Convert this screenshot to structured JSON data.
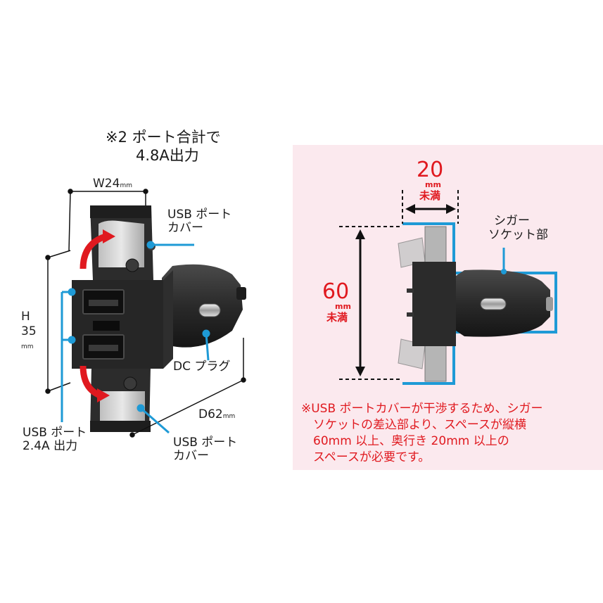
{
  "left_panel": {
    "note_line1": "※2 ポート合計で",
    "note_line2": "4.8A出力",
    "width_label": "W24",
    "width_unit": "mm",
    "height_label": "H",
    "height_value": "35",
    "height_unit": "mm",
    "depth_label": "D62",
    "depth_unit": "mm",
    "usb_cover_top_line1": "USB ポート",
    "usb_cover_top_line2": "カバー",
    "dc_plug": "DC プラグ",
    "usb_port_line1": "USB ポート",
    "usb_port_line2": "2.4A 出力",
    "usb_cover_bottom_line1": "USB ポート",
    "usb_cover_bottom_line2": "カバー"
  },
  "right_panel": {
    "width_value": "20",
    "width_unit": "mm",
    "width_qualifier": "未満",
    "height_value": "60",
    "height_unit": "mm",
    "height_qualifier": "未満",
    "socket_line1": "シガー",
    "socket_line2": "ソケット部",
    "warning_lines": [
      "※USB ポートカバーが干渉するため、シガー",
      "　ソケットの差込部より、スペースが縦横",
      "　60mm 以上、奥行き 20mm 以上の",
      "　スペースが必要です。"
    ]
  },
  "colors": {
    "accent_blue": "#1e9ad6",
    "warning_red": "#e0191f",
    "panel_pink": "#fbe9ee",
    "device_body": "#2b2b2b"
  }
}
